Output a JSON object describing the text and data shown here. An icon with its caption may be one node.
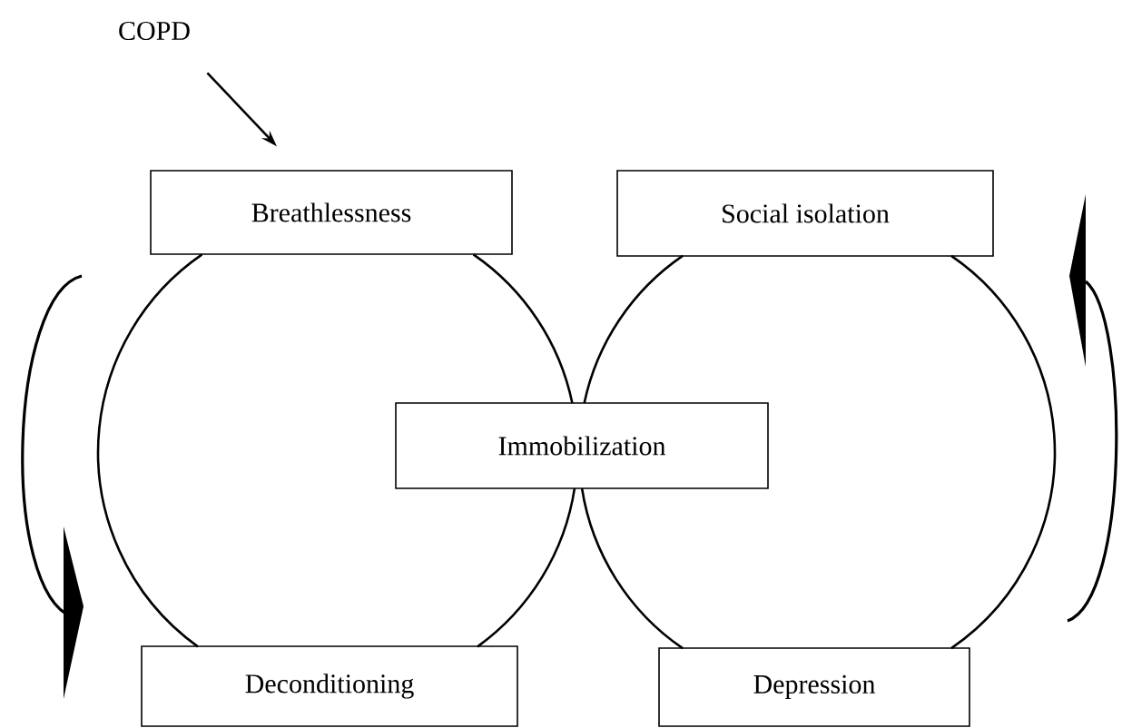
{
  "diagram": {
    "nodes": [
      {
        "text": [
          "COPD"
        ]
      },
      {
        "text": [
          "Breathlessness"
        ]
      },
      {
        "text": [
          "Social isolation"
        ]
      },
      {
        "text": [
          "Immobilization"
        ]
      },
      {
        "text": [
          "Deconditioning"
        ]
      },
      {
        "text": [
          "Depression"
        ]
      }
    ],
    "edges": [
      {
        "from": 0,
        "to": 1,
        "arrow": "to"
      },
      {
        "from": 1,
        "to": 3,
        "arrow": "none"
      },
      {
        "from": 3,
        "to": 4,
        "arrow": "none"
      },
      {
        "from": 4,
        "to": 1,
        "arrow": "none"
      },
      {
        "from": 2,
        "to": 3,
        "arrow": "none"
      },
      {
        "from": 3,
        "to": 5,
        "arrow": "none"
      },
      {
        "from": 5,
        "to": 2,
        "arrow": "none"
      }
    ]
  }
}
